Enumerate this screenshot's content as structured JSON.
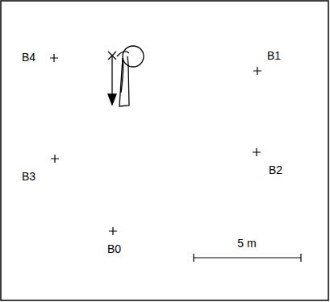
{
  "diagram": {
    "labels": [
      "B4",
      "B1",
      "B3",
      "B2",
      "B0",
      "5 m"
    ]
  }
}
